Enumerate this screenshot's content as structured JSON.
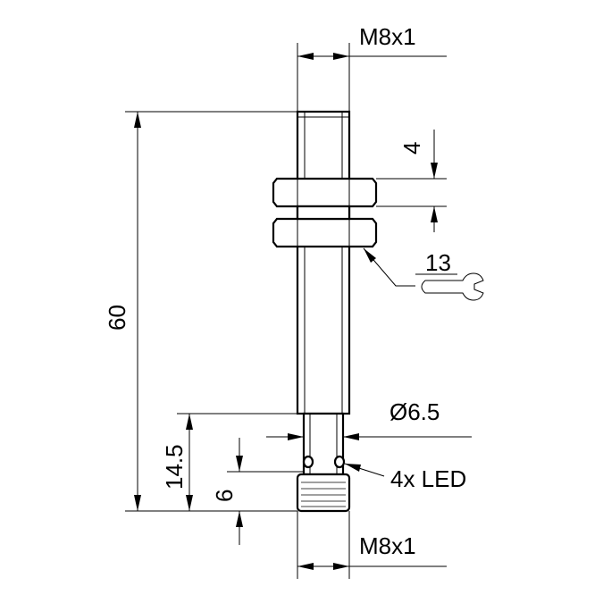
{
  "diagram": {
    "dimensions": {
      "thread_top": "M8x1",
      "length_total": "60",
      "nut_height": "4",
      "wrench_size": "13",
      "diameter": "Ø6.5",
      "connector_length": "14.5",
      "led_offset": "6",
      "led_note": "4x LED",
      "thread_bottom": "M8x1"
    },
    "colors": {
      "line": "#000000",
      "background": "#ffffff"
    }
  }
}
